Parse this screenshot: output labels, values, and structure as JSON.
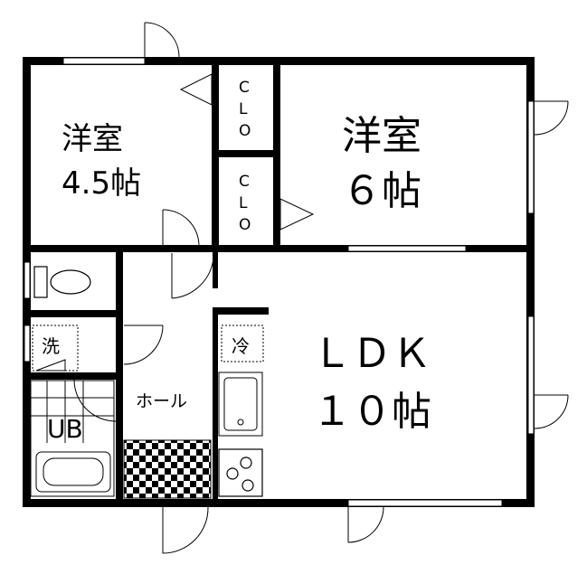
{
  "rooms": {
    "western_small": {
      "name": "洋室",
      "size": "4.5帖"
    },
    "western_large": {
      "name": "洋室",
      "size": "６帖"
    },
    "ldk": {
      "name": "ＬＤＫ",
      "size": "１０帖"
    },
    "closet_upper": {
      "c": "C",
      "l": "L",
      "o": "O"
    },
    "closet_lower": {
      "c": "C",
      "l": "L",
      "o": "O"
    },
    "washroom": "洗",
    "fridge": "冷",
    "bath": "UB",
    "hall": "ホール"
  }
}
